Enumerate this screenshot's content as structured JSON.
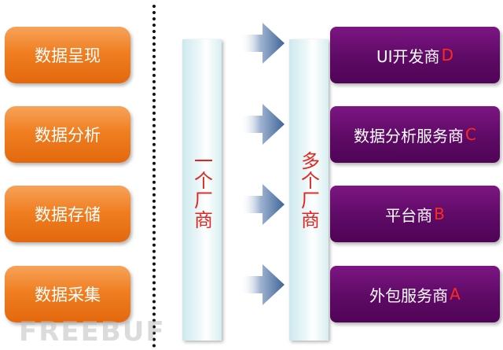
{
  "left_boxes": [
    {
      "label": "数据呈现"
    },
    {
      "label": "数据分析"
    },
    {
      "label": "数据存储"
    },
    {
      "label": "数据采集"
    }
  ],
  "pillars": [
    {
      "label": "一个厂商"
    },
    {
      "label": "多个厂商"
    }
  ],
  "right_boxes": [
    {
      "label": "UI开发商",
      "tag": "D"
    },
    {
      "label": "数据分析服务商",
      "tag": "C"
    },
    {
      "label": "平台商",
      "tag": "B"
    },
    {
      "label": "外包服务商",
      "tag": "A"
    }
  ],
  "watermark": "FREEBUF",
  "colors": {
    "left_box": "#f07f22",
    "right_box": "#5e0a66",
    "pillar_text": "#e0261f",
    "tag_text": "#ff2a1e",
    "arrow": "#4a6fa0"
  },
  "icons": [
    "arrow-right-icon"
  ]
}
